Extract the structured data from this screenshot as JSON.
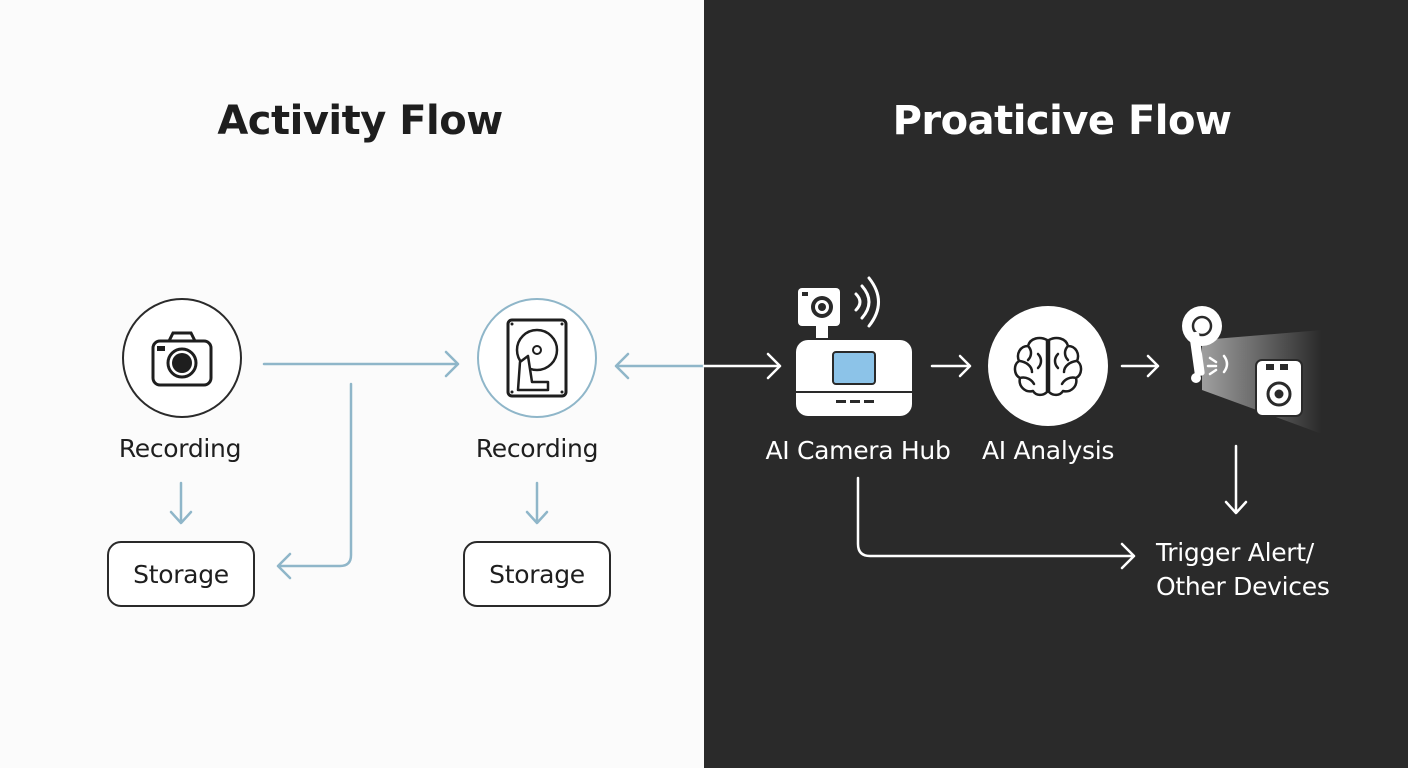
{
  "left_panel": {
    "title": "Activity Flow",
    "node1": {
      "label": "Recording",
      "icon": "camera-icon",
      "storage": "Storage"
    },
    "node2": {
      "label": "Recording",
      "icon": "hard-drive-icon",
      "storage": "Storage"
    }
  },
  "right_panel": {
    "title": "Proaticive Flow",
    "hub": {
      "label": "AI Camera Hub",
      "icon": "camera-hub-icon"
    },
    "analysis": {
      "label": "AI Analysis",
      "icon": "brain-icon"
    },
    "alert": {
      "line1": "Trigger Alert/",
      "line2": "Other Devices",
      "icon": "alarm-devices-icon"
    }
  },
  "colors": {
    "left_bg": "#fbfbfb",
    "right_bg": "#2a2a2a",
    "left_arrow": "#8fb6c9",
    "right_arrow": "#ffffff",
    "screen_blue": "#8cc3e8"
  }
}
